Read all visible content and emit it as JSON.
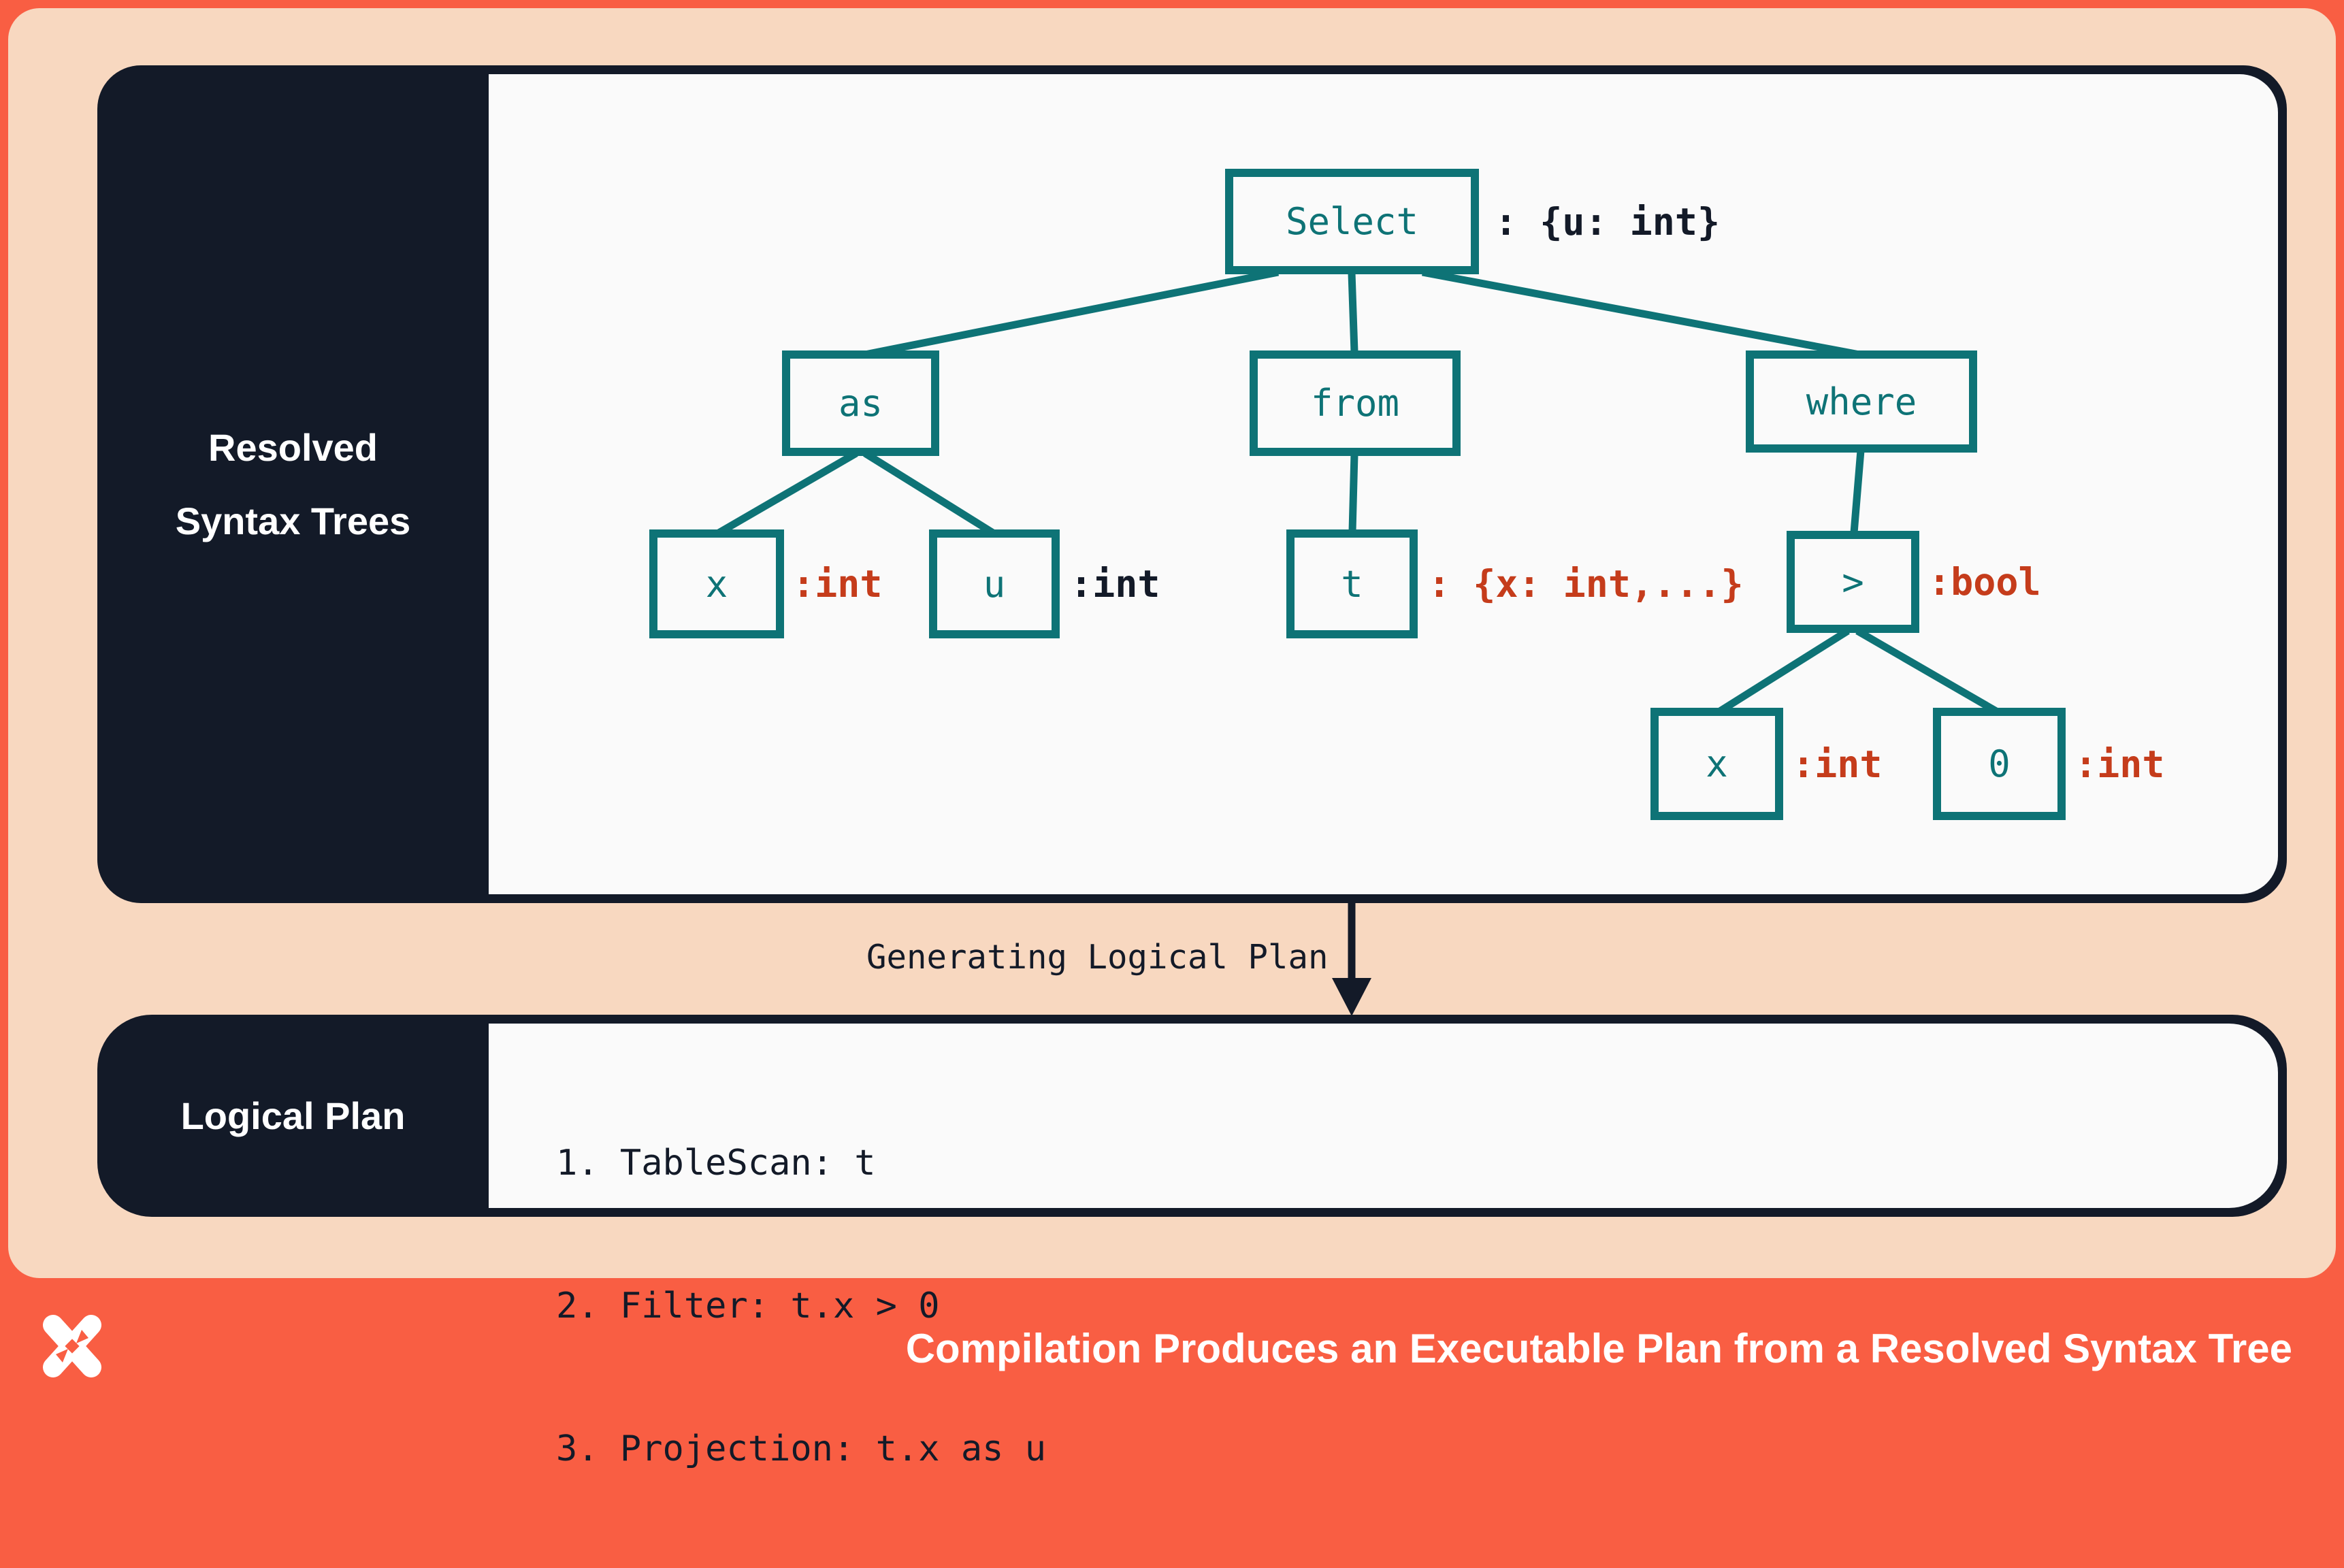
{
  "colors": {
    "orange": "#f95e43",
    "peach": "#f8d8c0",
    "navy": "#131a28",
    "offwhite": "#fafafa",
    "teal": "#0e7376",
    "rust": "#c53c1b"
  },
  "panels": {
    "resolved": {
      "label_line1": "Resolved",
      "label_line2": "Syntax Trees"
    },
    "logical": {
      "label": "Logical Plan"
    }
  },
  "tree": {
    "nodes": {
      "select": {
        "label": "Select",
        "type": ": {u: int}"
      },
      "as": {
        "label": "as"
      },
      "from": {
        "label": "from"
      },
      "where": {
        "label": "where"
      },
      "x_alias": {
        "label": "x",
        "type": ":int"
      },
      "u_alias": {
        "label": "u",
        "type": ":int"
      },
      "t": {
        "label": "t",
        "type": ": {x: int,...}"
      },
      "gt": {
        "label": ">",
        "type": ":bool"
      },
      "x_cmp": {
        "label": "x",
        "type": ":int"
      },
      "zero": {
        "label": "0",
        "type": ":int"
      }
    }
  },
  "transition": {
    "label": "Generating Logical Plan"
  },
  "logical_plan": {
    "steps": [
      "1. TableScan: t",
      "2. Filter: t.x > 0",
      "3. Projection: t.x as u"
    ]
  },
  "footer": {
    "title": "Compilation Produces an Executable Plan from a Resolved Syntax Tree",
    "logo": "x-mark-logo"
  }
}
